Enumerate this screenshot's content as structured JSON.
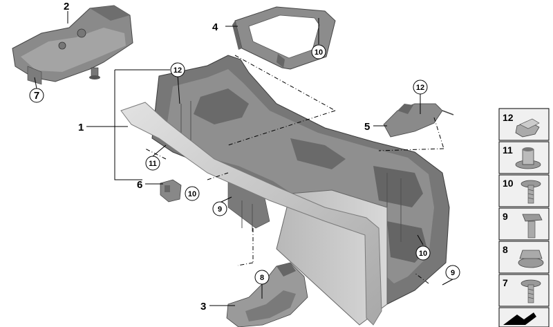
{
  "diagram": {
    "part_labels": {
      "p1": "1",
      "p2": "2",
      "p3": "3",
      "p4": "4",
      "p5": "5",
      "p6": "6",
      "p7": "7"
    },
    "circle_callouts": {
      "c12a": "12",
      "c12b": "12",
      "c10a": "10",
      "c10b": "10",
      "c10c": "10",
      "c11": "11",
      "c9a": "9",
      "c9b": "9",
      "c8": "8"
    },
    "legend": [
      {
        "number": "12",
        "icon": "clip-nut-icon"
      },
      {
        "number": "11",
        "icon": "expanding-nut-icon"
      },
      {
        "number": "10",
        "icon": "collar-screw-icon"
      },
      {
        "number": "9",
        "icon": "hex-bolt-icon"
      },
      {
        "number": "8",
        "icon": "hex-nut-washer-icon"
      },
      {
        "number": "7",
        "icon": "flange-screw-icon"
      },
      {
        "number": "",
        "icon": "arrow-symbol-icon"
      }
    ],
    "colors": {
      "part_dark": "#6f6f6f",
      "part_mid": "#9a9a9a",
      "part_light": "#c9c9c9",
      "trim_light": "#d2d2d2",
      "legend_bg": "#f0f0f0",
      "legend_border": "#000000"
    }
  }
}
